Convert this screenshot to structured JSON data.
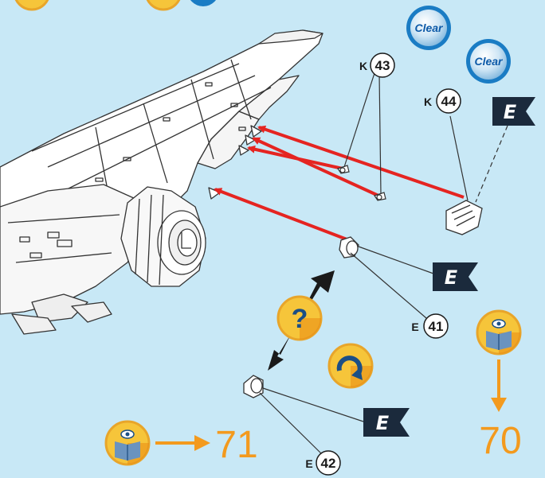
{
  "badges": {
    "clear_1": "Clear",
    "clear_2": "Clear"
  },
  "callouts": [
    {
      "prefix": "K",
      "number": "43"
    },
    {
      "prefix": "K",
      "number": "44"
    },
    {
      "prefix": "E",
      "number": "41"
    },
    {
      "prefix": "E",
      "number": "42"
    }
  ],
  "flags": {
    "flag_1": "E",
    "flag_2": "E",
    "flag_3": "E"
  },
  "question_mark": "?",
  "references": {
    "left_page": "71",
    "right_page": "70"
  },
  "colors": {
    "background": "#c8e8f6",
    "arrow_red": "#e52421",
    "accent_orange": "#f39a1e",
    "badge_yellow": "#f6c53a",
    "flag_navy": "#1b2a3c",
    "clear_blue": "#1a7cc4"
  },
  "icons": [
    "clear-decal-icon",
    "e-flag-icon",
    "question-icon",
    "rotate-icon",
    "manual-reference-icon"
  ]
}
